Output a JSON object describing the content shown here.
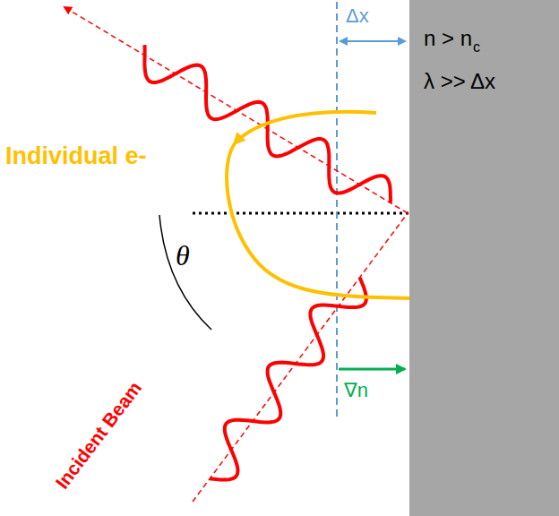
{
  "diagram": {
    "nodes": [
      {
        "text": [
          "n > n",
          "c",
          "λ  >> Δx"
        ]
      }
    ],
    "labels": [
      "Δx",
      "Individual e-",
      "θ",
      "Incident Beam",
      "∇n"
    ]
  }
}
